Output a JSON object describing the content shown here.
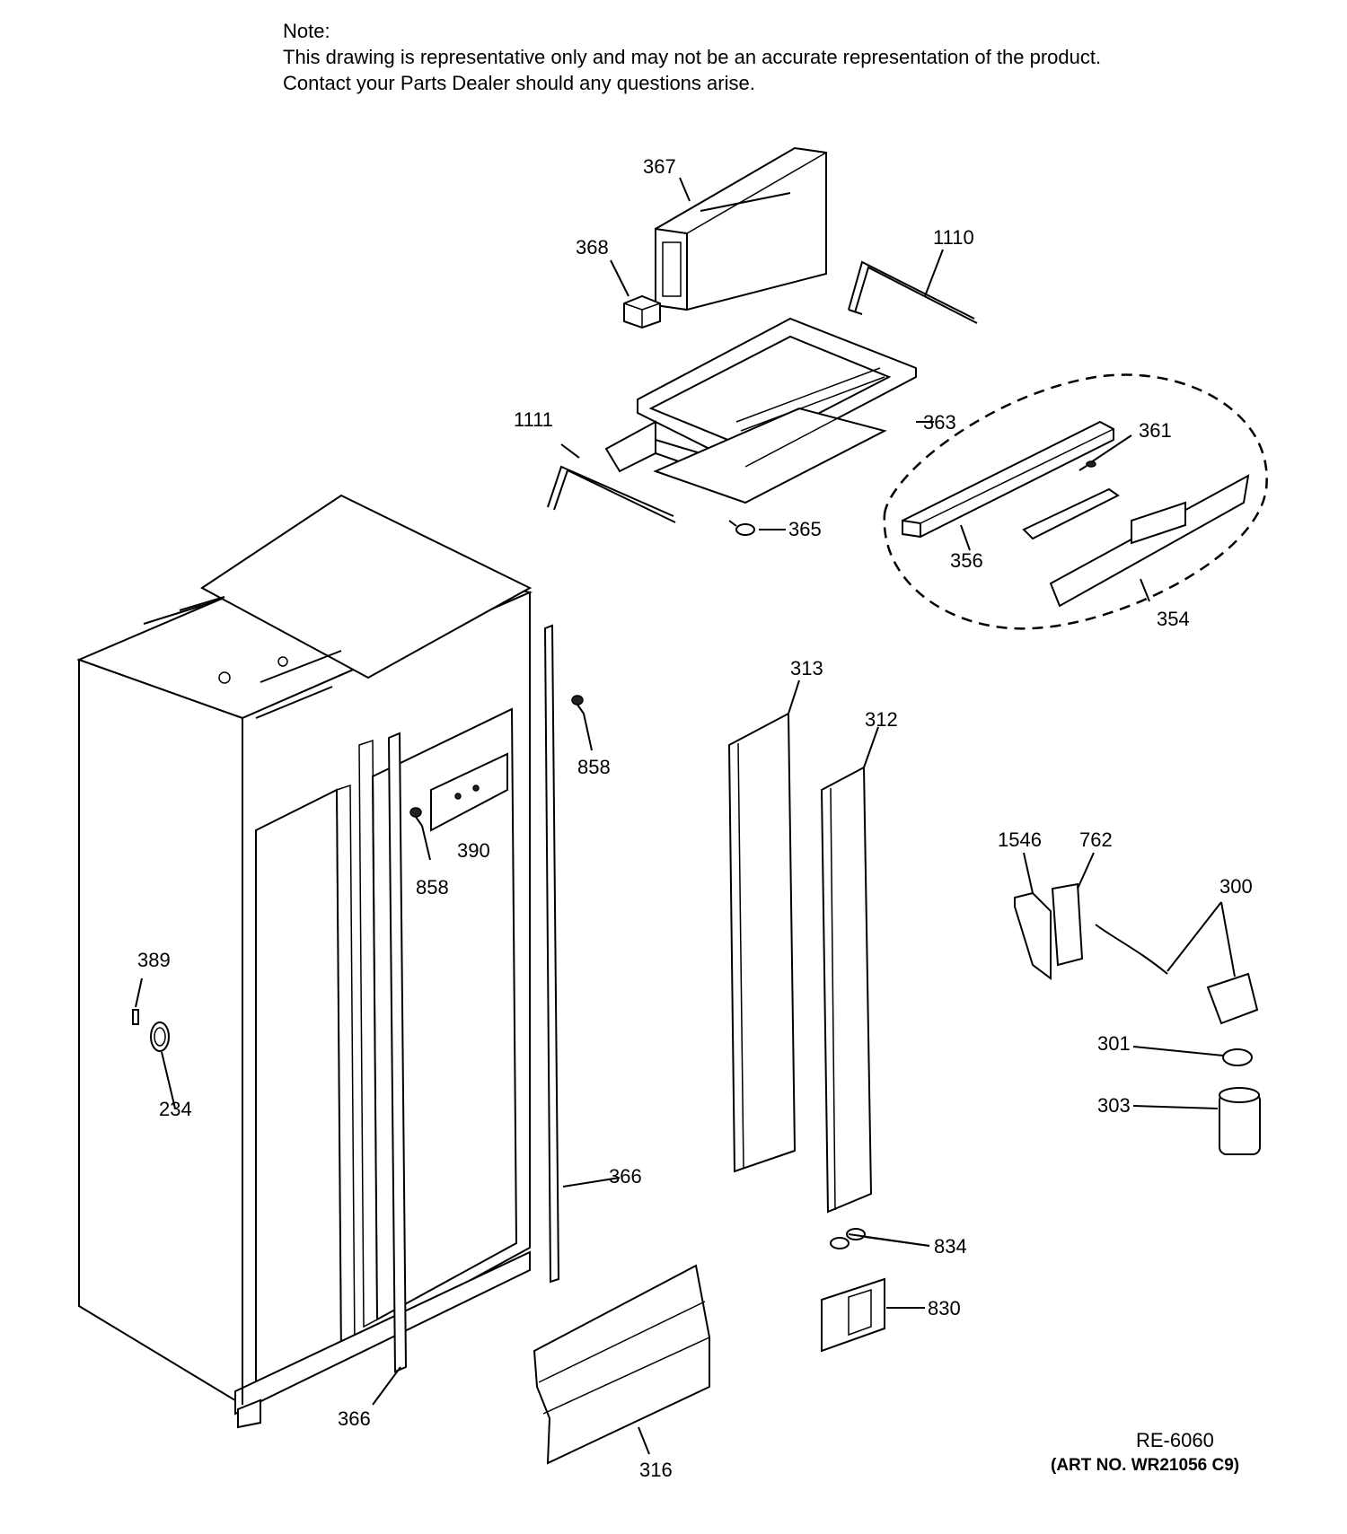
{
  "note": {
    "title": "Note:",
    "line1": "This drawing is representative only and may not be an accurate representation of the product.",
    "line2": "Contact your Parts Dealer should any questions arise."
  },
  "footer": {
    "ref": "RE-6060",
    "art_no": "(ART NO. WR21056 C9)"
  },
  "callouts": {
    "c367": "367",
    "c368": "368",
    "c1110": "1110",
    "c1111": "1111",
    "c363": "363",
    "c361": "361",
    "c365": "365",
    "c356": "356",
    "c354": "354",
    "c313": "313",
    "c312": "312",
    "c858a": "858",
    "c858b": "858",
    "c390": "390",
    "c1546": "1546",
    "c762": "762",
    "c300": "300",
    "c389": "389",
    "c234": "234",
    "c301": "301",
    "c303": "303",
    "c366a": "366",
    "c366b": "366",
    "c834": "834",
    "c830": "830",
    "c316": "316"
  }
}
